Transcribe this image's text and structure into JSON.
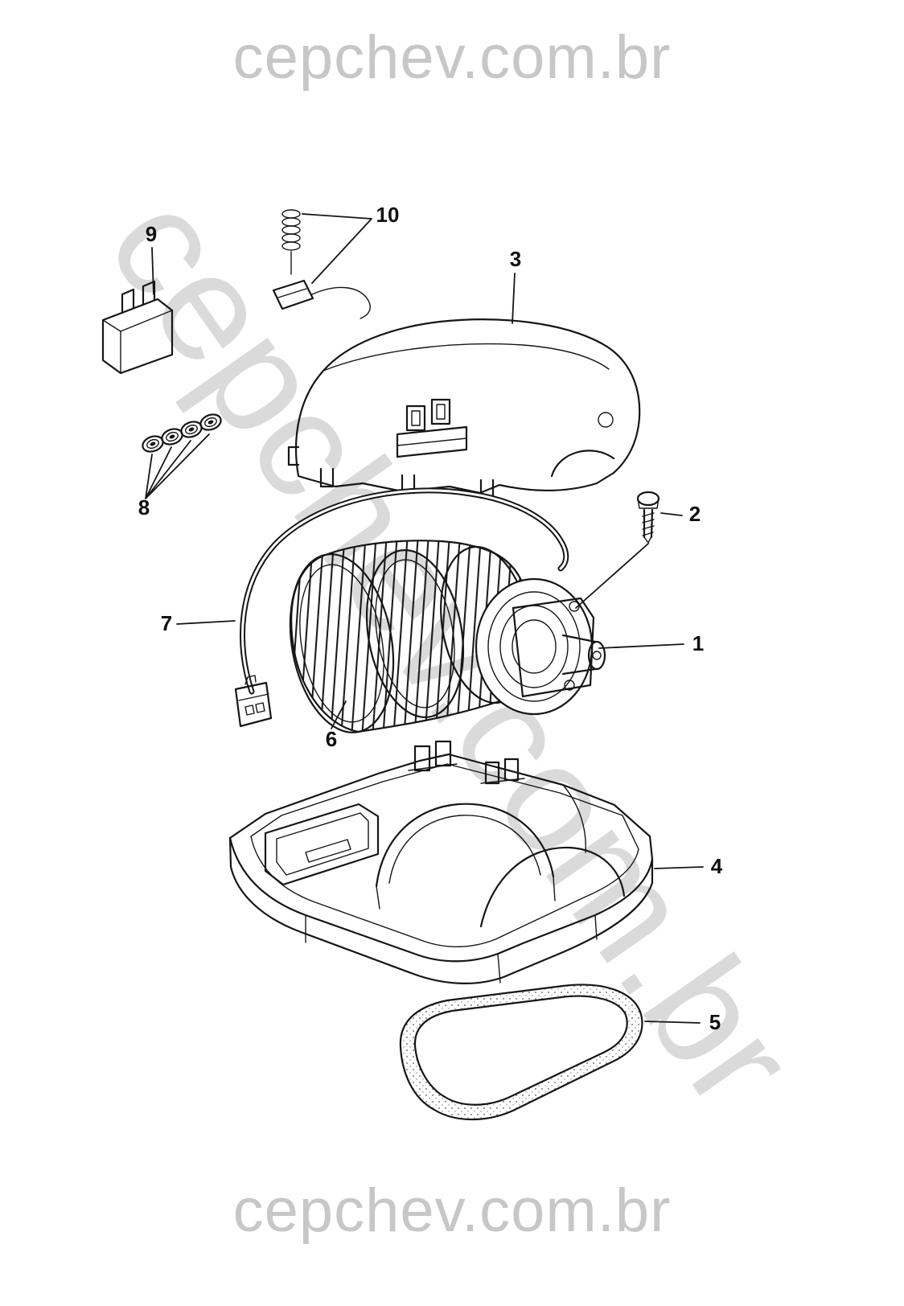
{
  "watermark": {
    "text": "cepchev.com.br"
  },
  "labels": {
    "p1": "1",
    "p2": "2",
    "p3": "3",
    "p4": "4",
    "p5": "5",
    "p6": "6",
    "p7": "7",
    "p8": "8",
    "p9": "9",
    "p10": "10"
  }
}
